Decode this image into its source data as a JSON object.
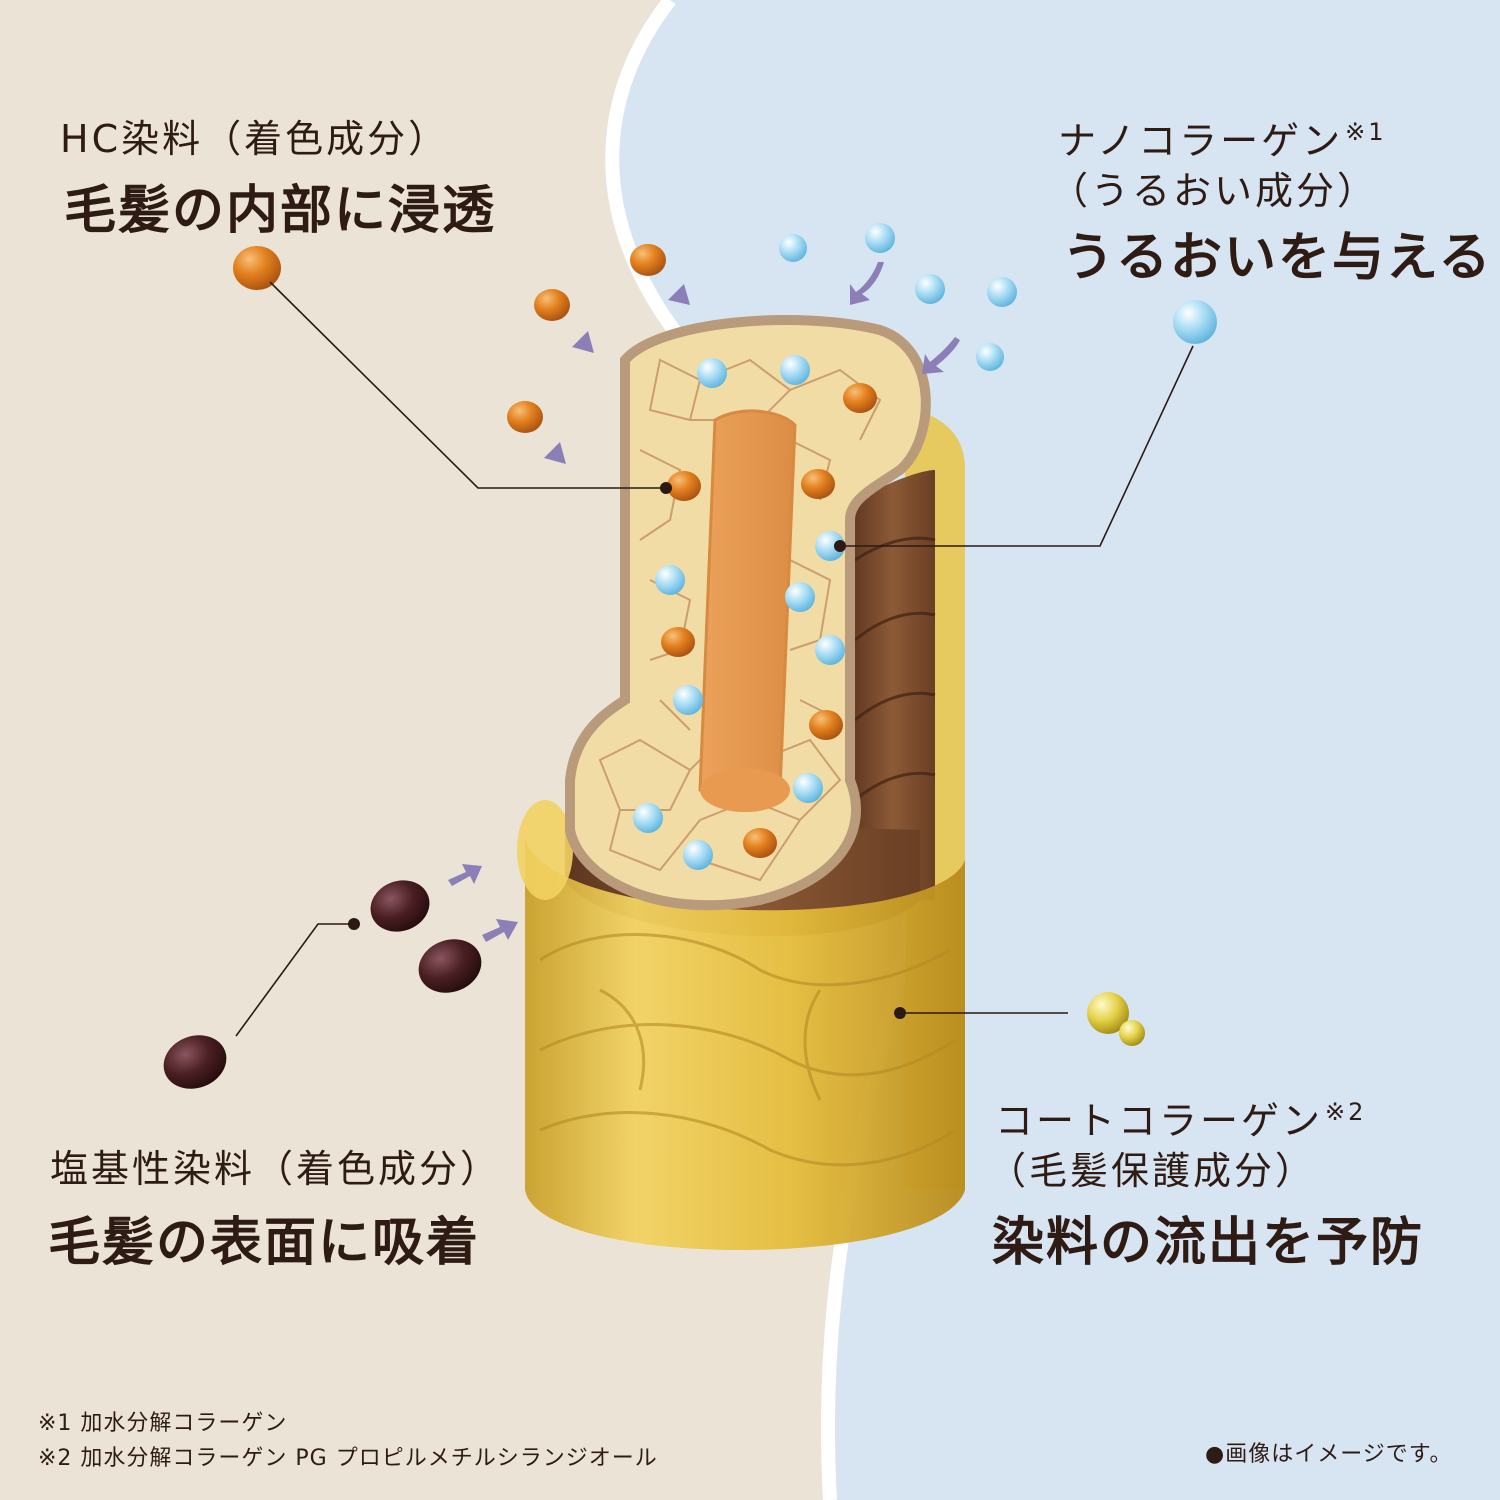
{
  "labels": {
    "hc_dye": {
      "title": "HC染料（着色成分）",
      "headline": "毛髪の内部に浸透"
    },
    "nano_collagen": {
      "title": "ナノコラーゲン",
      "mark": "※1",
      "subtitle": "（うるおい成分）",
      "headline": "うるおいを与える"
    },
    "basic_dye": {
      "title": "塩基性染料（着色成分）",
      "headline": "毛髪の表面に吸着"
    },
    "coat_collagen": {
      "title": "コートコラーゲン",
      "mark": "※2",
      "subtitle": "（毛髪保護成分）",
      "headline": "染料の流出を予防"
    }
  },
  "footnotes": {
    "note1": "※1 加水分解コラーゲン",
    "note2": "※2 加水分解コラーゲン PG プロピルメチルシランジオール"
  },
  "disclaimer": "●画像はイメージです。",
  "colors": {
    "left_bg": "#ebe4d6",
    "right_bg": "#d7e4f2",
    "divider": "#ffffff",
    "hc_dye": "#e0801e",
    "nano_collagen": "#8fd0ef",
    "basic_dye": "#4a1f22",
    "coat": "#e8c33e",
    "cortex": "#f4e1ad",
    "medulla": "#e8a055",
    "cuticle": "#7b4a2e",
    "arrow": "#8c7fb8",
    "text": "#2e1b14"
  }
}
